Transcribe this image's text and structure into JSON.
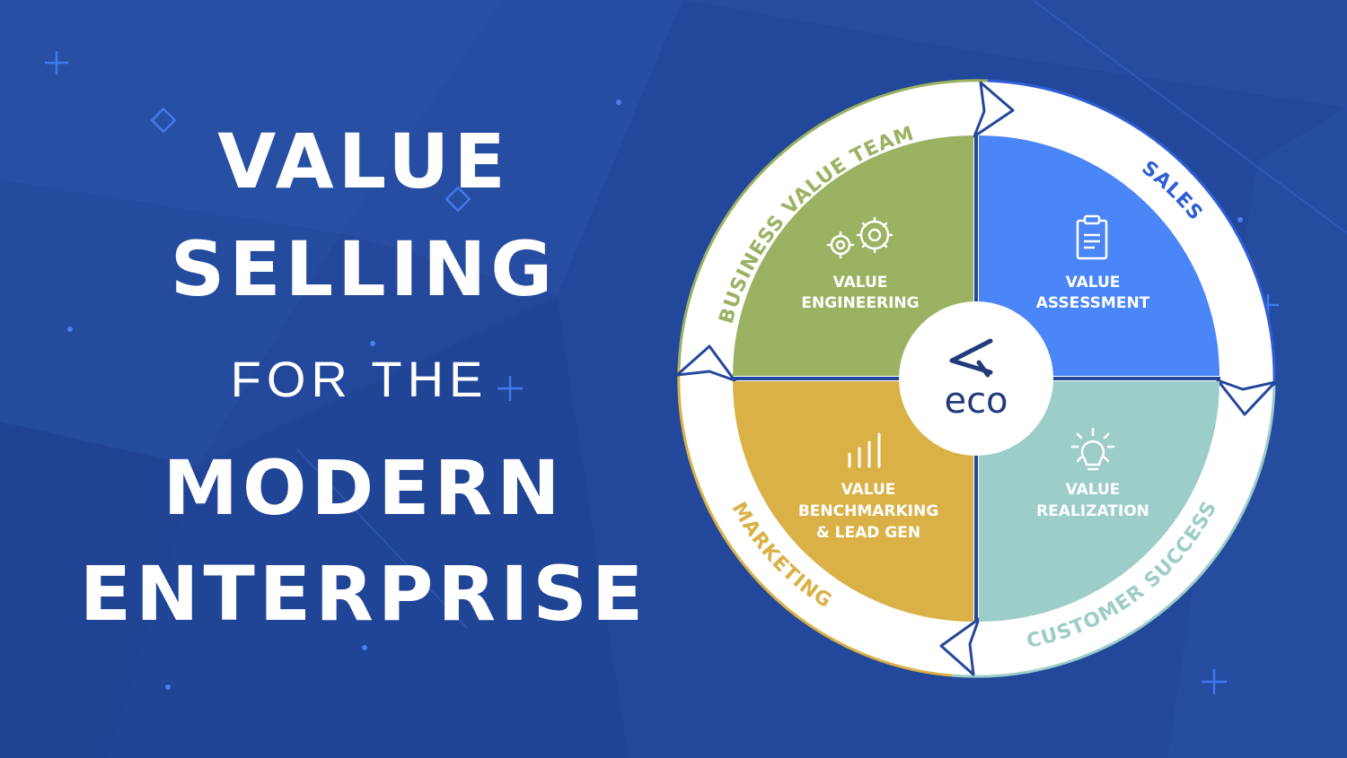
{
  "headline": {
    "line1": "VALUE",
    "line2": "SELLING",
    "line3": "FOR THE",
    "line4": "MODERN",
    "line5": "ENTERPRISE"
  },
  "wheel": {
    "center_logo_text": "eco",
    "ring_labels": {
      "top_left": "BUSINESS VALUE TEAM",
      "top_right": "SALES",
      "bottom_right": "CUSTOMER SUCCESS",
      "bottom_left": "MARKETING"
    },
    "quadrants": [
      {
        "id": "engineering",
        "line1": "VALUE",
        "line2": "ENGINEERING",
        "line3": "",
        "icon": "gears-icon",
        "color": "#9bb262"
      },
      {
        "id": "assessment",
        "line1": "VALUE",
        "line2": "ASSESSMENT",
        "line3": "",
        "icon": "clipboard-icon",
        "color": "#4a86f7"
      },
      {
        "id": "benchmarking",
        "line1": "VALUE",
        "line2": "BENCHMARKING",
        "line3": "& LEAD GEN",
        "icon": "bar-chart-icon",
        "color": "#d9b146"
      },
      {
        "id": "realization",
        "line1": "VALUE",
        "line2": "REALIZATION",
        "line3": "",
        "icon": "lightbulb-icon",
        "color": "#9ccdc8"
      }
    ],
    "ring_label_colors": {
      "top_left": "#9bb262",
      "top_right": "#2f5fd6",
      "bottom_right": "#9ccdc8",
      "bottom_left": "#d9b146"
    }
  },
  "colors": {
    "background": "#23479a",
    "background_light": "#2b58ad",
    "decor": "#4a7df0"
  }
}
